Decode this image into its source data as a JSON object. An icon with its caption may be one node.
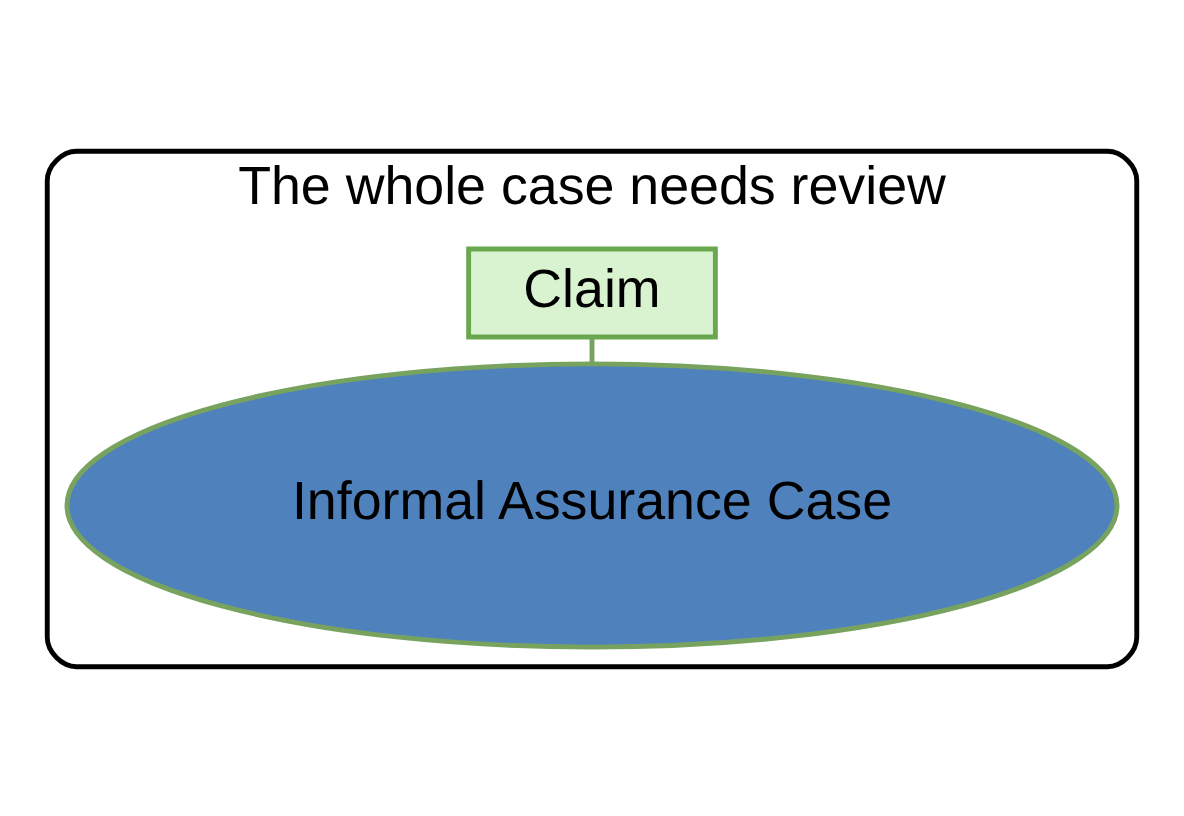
{
  "diagram": {
    "nodes": [
      {
        "text": [
          "The whole case needs review"
        ]
      },
      {
        "text": [
          "Informal Assurance Case"
        ],
        "in": 0
      },
      {
        "text": [
          "Claim"
        ],
        "in": 0
      }
    ],
    "edges": [
      {
        "from": 1,
        "to": 2,
        "arrow": "none"
      }
    ]
  }
}
